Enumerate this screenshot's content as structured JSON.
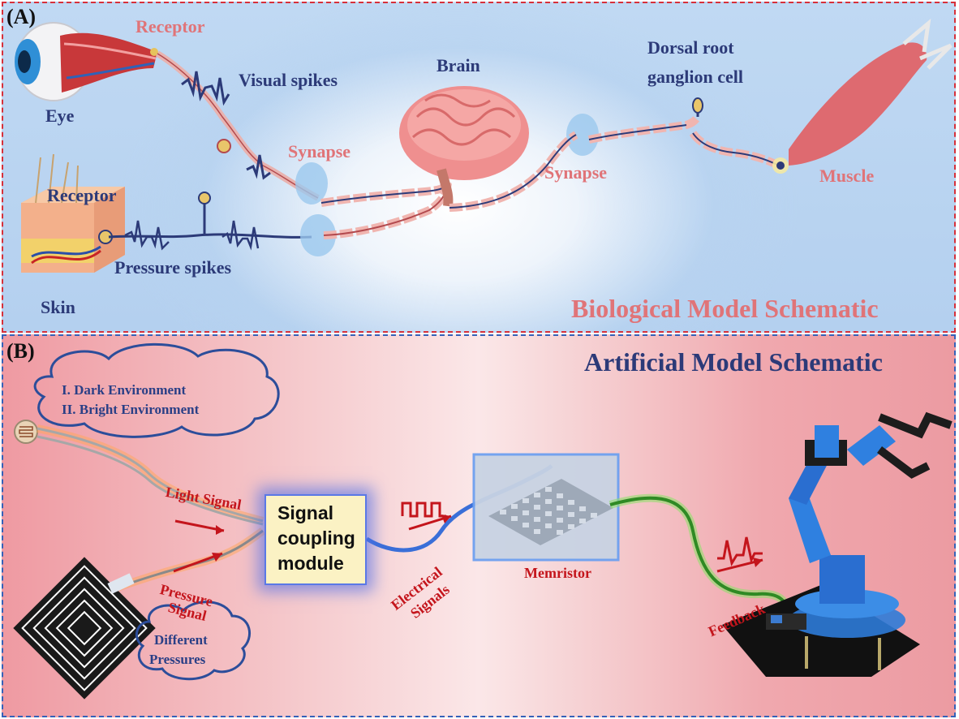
{
  "panel_a": {
    "tag": "(A)",
    "labels": {
      "receptor_eye": "Receptor",
      "visual_spikes": "Visual spikes",
      "eye": "Eye",
      "brain": "Brain",
      "dorsal_root_line1": "Dorsal root",
      "dorsal_root_line2": "ganglion cell",
      "synapse_left": "Synapse",
      "synapse_right": "Synapse",
      "receptor_skin": "Receptor",
      "pressure_spikes": "Pressure spikes",
      "skin": "Skin",
      "muscle": "Muscle"
    },
    "title": "Biological Model Schematic"
  },
  "panel_b": {
    "tag": "(B)",
    "title": "Artificial Model Schematic",
    "cloud_top": {
      "line1": "I. Dark Environment",
      "line2": "II. Bright Environment"
    },
    "cloud_bottom": {
      "line1": "Different",
      "line2": "Pressures"
    },
    "light_signal": "Light Signal",
    "pressure_signal_line1": "Pressure",
    "pressure_signal_line2": "Signal",
    "coupling_module": "Signal coupling module",
    "electrical_line1": "Electrical",
    "electrical_line2": "Signals",
    "memristor": "Memristor",
    "feedback": "Feedback"
  },
  "colors": {
    "frame_a": "#d6303a",
    "frame_b": "#3561b8",
    "label_blue": "#2c3a78",
    "label_pink": "#e07478",
    "label_red": "#c4151c"
  }
}
